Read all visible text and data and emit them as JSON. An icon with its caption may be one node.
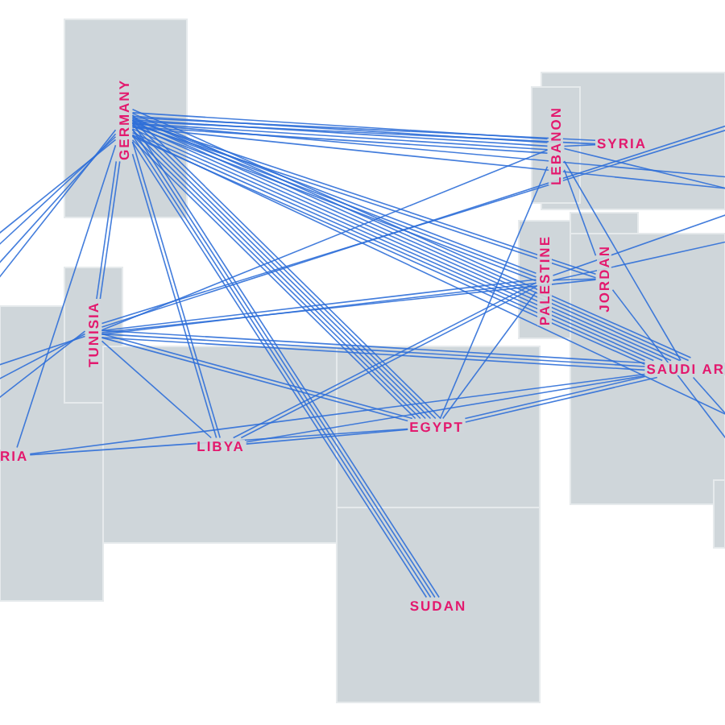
{
  "diagram": {
    "nodes": [
      {
        "text": [
          "GERMANY"
        ]
      },
      {
        "text": [
          "LEBANON"
        ]
      },
      {
        "text": [
          "SYRIA"
        ]
      },
      {
        "text": [
          "TUNISIA"
        ]
      },
      {
        "text": [
          "PALESTINE"
        ]
      },
      {
        "text": [
          "JORDAN"
        ]
      },
      {
        "text": [
          "SAUDI AR"
        ]
      },
      {
        "text": [
          "RIA"
        ]
      },
      {
        "text": [
          "LIBYA"
        ]
      },
      {
        "text": [
          "EGYPT"
        ]
      },
      {
        "text": [
          "SUDAN"
        ]
      }
    ],
    "edges": [
      {
        "from": 0,
        "to": 1,
        "arrow": "none"
      },
      {
        "from": 0,
        "to": 1,
        "arrow": "none"
      },
      {
        "from": 0,
        "to": 1,
        "arrow": "none"
      },
      {
        "from": 0,
        "to": 1,
        "arrow": "none"
      },
      {
        "from": 0,
        "to": 1,
        "arrow": "none"
      },
      {
        "from": 0,
        "to": 2,
        "arrow": "none"
      },
      {
        "from": 0,
        "to": 2,
        "arrow": "none"
      },
      {
        "from": 0,
        "to": 4,
        "arrow": "none"
      },
      {
        "from": 0,
        "to": 4,
        "arrow": "none"
      },
      {
        "from": 0,
        "to": 4,
        "arrow": "none"
      },
      {
        "from": 0,
        "to": 5,
        "arrow": "none"
      },
      {
        "from": 0,
        "to": 5,
        "arrow": "none"
      },
      {
        "from": 0,
        "to": 6,
        "arrow": "none"
      },
      {
        "from": 0,
        "to": 6,
        "arrow": "none"
      },
      {
        "from": 0,
        "to": 6,
        "arrow": "none"
      },
      {
        "from": 0,
        "to": 6,
        "arrow": "none"
      },
      {
        "from": 0,
        "to": 6,
        "arrow": "none"
      },
      {
        "from": 0,
        "to": 6,
        "arrow": "none"
      },
      {
        "from": 0,
        "to": 6,
        "arrow": "none"
      },
      {
        "from": 0,
        "to": 6,
        "arrow": "none"
      },
      {
        "from": 0,
        "to": 9,
        "arrow": "none"
      },
      {
        "from": 0,
        "to": 9,
        "arrow": "none"
      },
      {
        "from": 0,
        "to": 9,
        "arrow": "none"
      },
      {
        "from": 0,
        "to": 9,
        "arrow": "none"
      },
      {
        "from": 0,
        "to": 9,
        "arrow": "none"
      },
      {
        "from": 0,
        "to": 9,
        "arrow": "none"
      },
      {
        "from": 0,
        "to": 10,
        "arrow": "none"
      },
      {
        "from": 0,
        "to": 10,
        "arrow": "none"
      },
      {
        "from": 0,
        "to": 10,
        "arrow": "none"
      },
      {
        "from": 0,
        "to": 10,
        "arrow": "none"
      },
      {
        "from": 0,
        "to": 8,
        "arrow": "none"
      },
      {
        "from": 0,
        "to": 8,
        "arrow": "none"
      },
      {
        "from": 0,
        "to": 3,
        "arrow": "none"
      },
      {
        "from": 0,
        "to": 3,
        "arrow": "none"
      },
      {
        "from": 0,
        "to": null,
        "arrow": "none"
      },
      {
        "from": 0,
        "to": null,
        "arrow": "none"
      },
      {
        "from": 0,
        "to": null,
        "arrow": "none"
      },
      {
        "from": 0,
        "to": null,
        "arrow": "none"
      },
      {
        "from": 0,
        "to": null,
        "arrow": "none"
      },
      {
        "from": 0,
        "to": null,
        "arrow": "none"
      },
      {
        "from": 0,
        "to": null,
        "arrow": "none"
      },
      {
        "from": 3,
        "to": 4,
        "arrow": "none"
      },
      {
        "from": 3,
        "to": 4,
        "arrow": "none"
      },
      {
        "from": 3,
        "to": 5,
        "arrow": "none"
      },
      {
        "from": 3,
        "to": 6,
        "arrow": "none"
      },
      {
        "from": 3,
        "to": 6,
        "arrow": "none"
      },
      {
        "from": 3,
        "to": 6,
        "arrow": "none"
      },
      {
        "from": 3,
        "to": 9,
        "arrow": "none"
      },
      {
        "from": 3,
        "to": 9,
        "arrow": "none"
      },
      {
        "from": 3,
        "to": 1,
        "arrow": "none"
      },
      {
        "from": 3,
        "to": null,
        "arrow": "none"
      },
      {
        "from": 3,
        "to": null,
        "arrow": "none"
      },
      {
        "from": 3,
        "to": null,
        "arrow": "none"
      },
      {
        "from": 3,
        "to": null,
        "arrow": "none"
      },
      {
        "from": 3,
        "to": null,
        "arrow": "none"
      },
      {
        "from": 3,
        "to": 8,
        "arrow": "none"
      },
      {
        "from": 7,
        "to": 0,
        "arrow": "none"
      },
      {
        "from": 7,
        "to": 9,
        "arrow": "none"
      },
      {
        "from": 7,
        "to": 6,
        "arrow": "none"
      },
      {
        "from": 8,
        "to": 9,
        "arrow": "none"
      },
      {
        "from": 8,
        "to": 4,
        "arrow": "none"
      },
      {
        "from": 8,
        "to": 4,
        "arrow": "none"
      },
      {
        "from": 8,
        "to": 6,
        "arrow": "none"
      },
      {
        "from": 9,
        "to": 4,
        "arrow": "none"
      },
      {
        "from": 9,
        "to": 6,
        "arrow": "none"
      },
      {
        "from": 9,
        "to": 6,
        "arrow": "none"
      },
      {
        "from": 9,
        "to": 1,
        "arrow": "none"
      },
      {
        "from": 1,
        "to": 2,
        "arrow": "none"
      },
      {
        "from": 1,
        "to": 5,
        "arrow": "none"
      },
      {
        "from": 1,
        "to": 6,
        "arrow": "none"
      },
      {
        "from": 1,
        "to": null,
        "arrow": "none"
      },
      {
        "from": 4,
        "to": 5,
        "arrow": "none"
      },
      {
        "from": 4,
        "to": null,
        "arrow": "none"
      },
      {
        "from": 4,
        "to": null,
        "arrow": "none"
      },
      {
        "from": 6,
        "to": null,
        "arrow": "none"
      },
      {
        "from": 5,
        "to": null,
        "arrow": "none"
      }
    ]
  }
}
